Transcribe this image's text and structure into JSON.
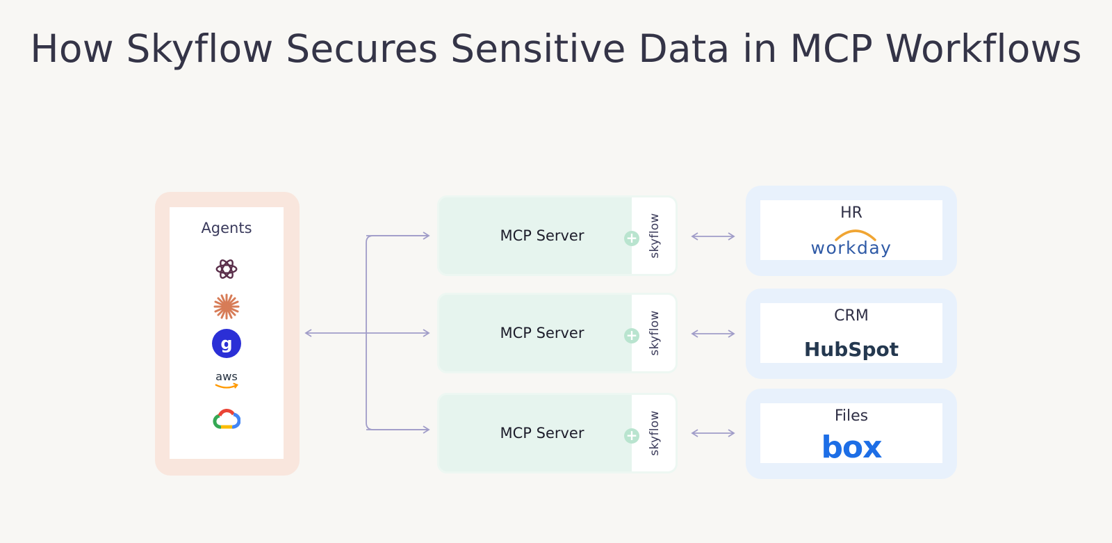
{
  "title": "How Skyflow Secures Sensitive Data in MCP Workflows",
  "agents": {
    "label": "Agents",
    "icons": [
      "openai-icon",
      "claude-icon",
      "gemini-g-icon",
      "aws-icon",
      "google-cloud-icon"
    ],
    "aws_text": "aws"
  },
  "mcp_servers": [
    {
      "label": "MCP Server",
      "brand": "skyflow"
    },
    {
      "label": "MCP Server",
      "brand": "skyflow"
    },
    {
      "label": "MCP Server",
      "brand": "skyflow"
    }
  ],
  "destinations": [
    {
      "label": "HR",
      "logo": "workday"
    },
    {
      "label": "CRM",
      "logo": "HubSpot"
    },
    {
      "label": "Files",
      "logo": "box"
    }
  ],
  "colors": {
    "title": "#343447",
    "agents_frame": "#f9e6dd",
    "mcp_card": "#e6f4ee",
    "plus": "#b9e4cf",
    "dest_frame": "#e8f1fc",
    "arrow": "#a09cc8",
    "workday_blue": "#2f5aa6",
    "workday_orange": "#f0a533",
    "hubspot_orange": "#ff7a59",
    "box_blue": "#1d6ee6"
  }
}
